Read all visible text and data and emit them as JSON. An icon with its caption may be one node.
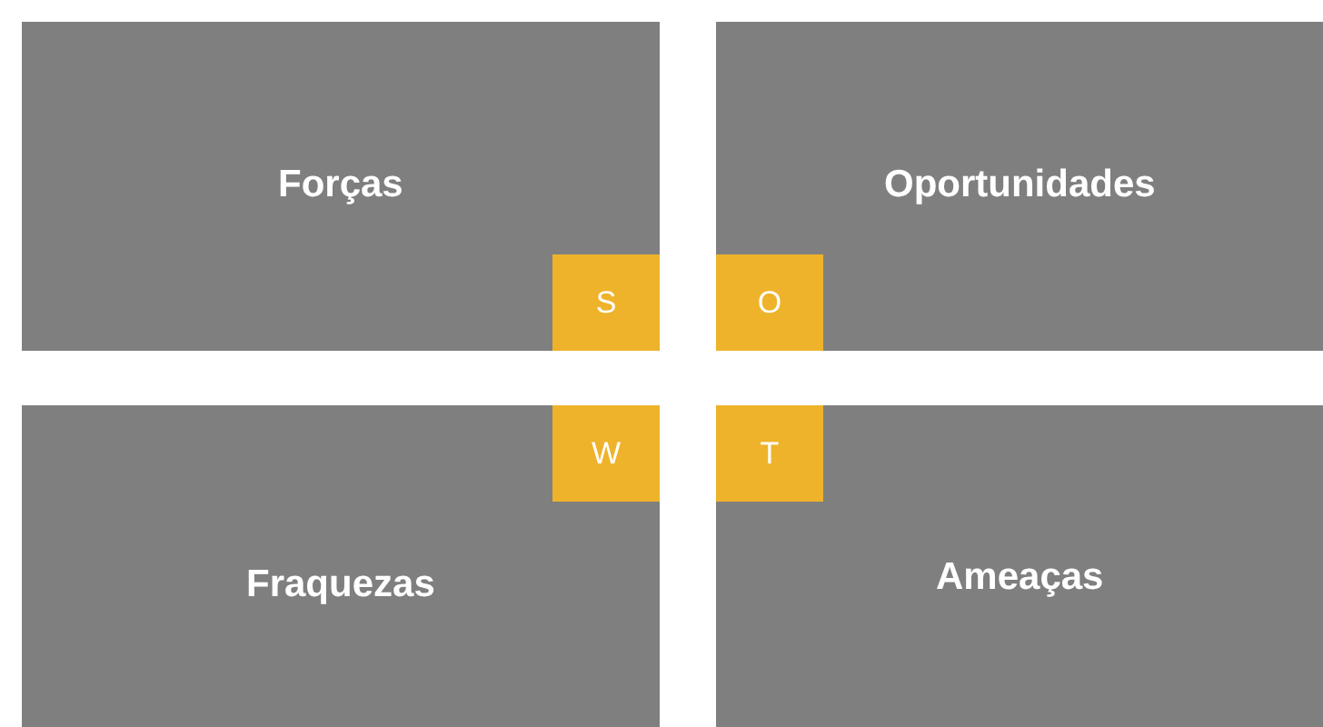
{
  "diagram": {
    "nodes": [
      {
        "text": [
          "Forças"
        ]
      },
      {
        "text": [
          "S"
        ],
        "in": 0
      },
      {
        "text": [
          "Oportunidades"
        ]
      },
      {
        "text": [
          "O"
        ],
        "in": 2
      },
      {
        "text": [
          "Fraquezas"
        ]
      },
      {
        "text": [
          "W"
        ],
        "in": 4
      },
      {
        "text": [
          "Ameaças"
        ]
      },
      {
        "text": [
          "T"
        ],
        "in": 6
      }
    ]
  }
}
